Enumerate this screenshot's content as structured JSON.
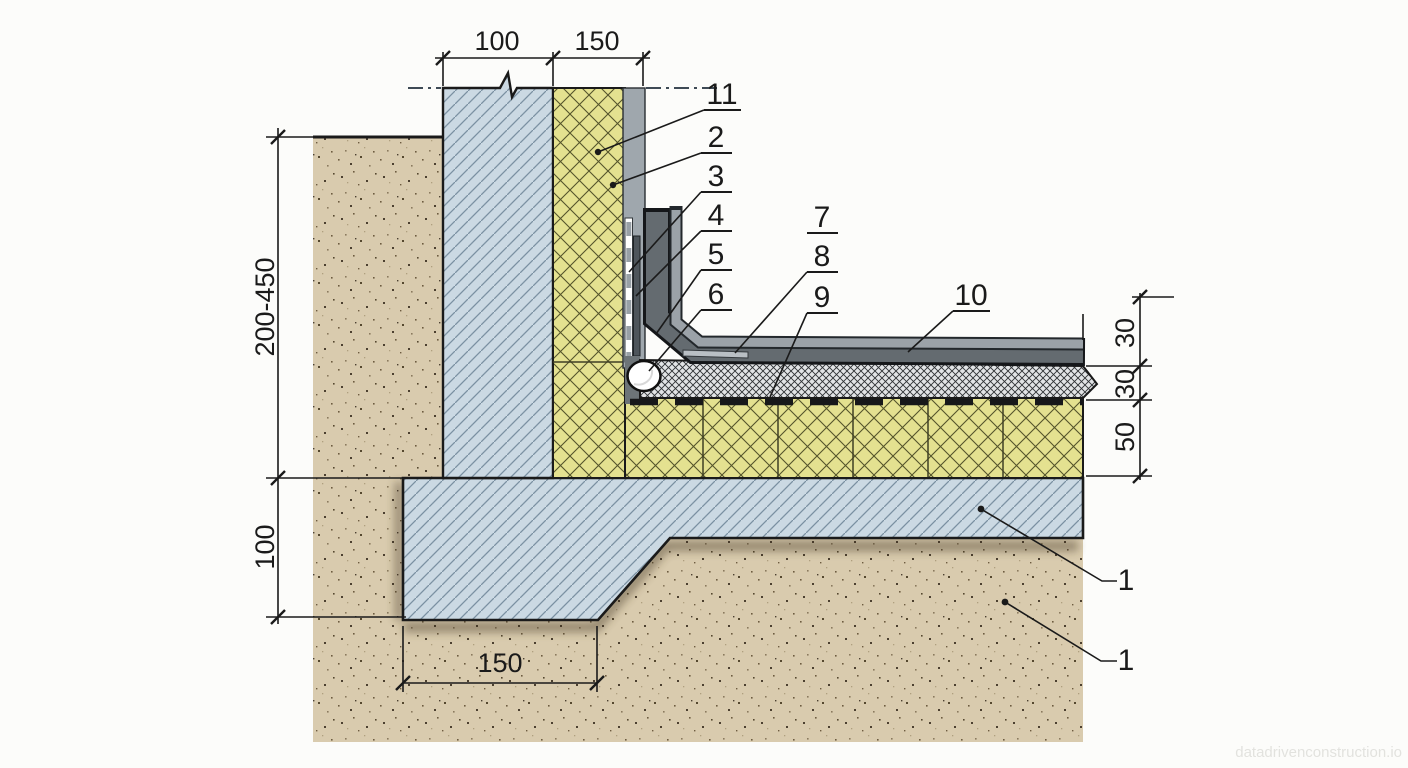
{
  "drawing": {
    "dimensions": {
      "top_wall_width": "100",
      "top_insulation_width": "150",
      "left_wall_height": "200-450",
      "left_footing_height": "100",
      "bottom_footing_width": "150",
      "right_screed_thickness": "30",
      "right_leveling_thickness": "30",
      "right_insulation_thickness": "50"
    },
    "callouts": {
      "c11": "11",
      "c2": "2",
      "c3": "3",
      "c4": "4",
      "c5": "5",
      "c6": "6",
      "c7": "7",
      "c8": "8",
      "c9": "9",
      "c10": "10",
      "c1_upper": "1",
      "c1_lower": "1"
    },
    "watermark": "datadrivenconstruction.io",
    "colors": {
      "soil": "#d9cbae",
      "concrete": "#cbd9e3",
      "concrete_hatch": "#7a90a1",
      "insulation": "#e4e190",
      "render_band": "#9fa7ad",
      "membrane_dark": "#646b70",
      "screed_light": "#9ba2a8",
      "protection_layer_bg": "#e2e4e6"
    }
  }
}
